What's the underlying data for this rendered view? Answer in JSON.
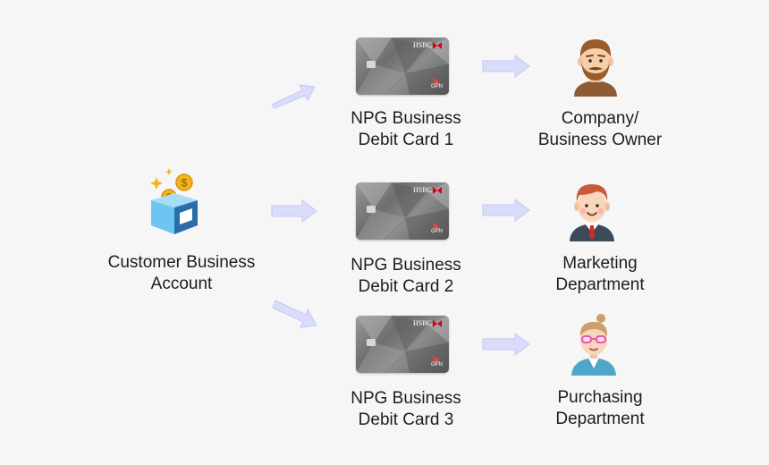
{
  "source": {
    "line1": "Customer Business",
    "line2": "Account",
    "icon": "account-box-icon"
  },
  "cards": [
    {
      "line1": "NPG Business",
      "line2": "Debit Card 1",
      "brand": "HSBC",
      "network": "GPN"
    },
    {
      "line1": "NPG Business",
      "line2": "Debit Card 2",
      "brand": "HSBC",
      "network": "GPN"
    },
    {
      "line1": "NPG Business",
      "line2": "Debit Card 3",
      "brand": "HSBC",
      "network": "GPN"
    }
  ],
  "holders": [
    {
      "line1": "Company/",
      "line2": "Business Owner",
      "icon": "bearded-man-avatar-icon"
    },
    {
      "line1": "Marketing",
      "line2": "Department",
      "icon": "man-tie-avatar-icon"
    },
    {
      "line1": "Purchasing",
      "line2": "Department",
      "icon": "woman-glasses-avatar-icon"
    }
  ],
  "colors": {
    "background": "#f6f6f6",
    "arrow_fill": "#d9dcfb",
    "arrow_stroke": "#c3c8f7",
    "box_face": "#6cc6f1",
    "box_dark": "#2a6ea8",
    "coin": "#f3b41b"
  }
}
